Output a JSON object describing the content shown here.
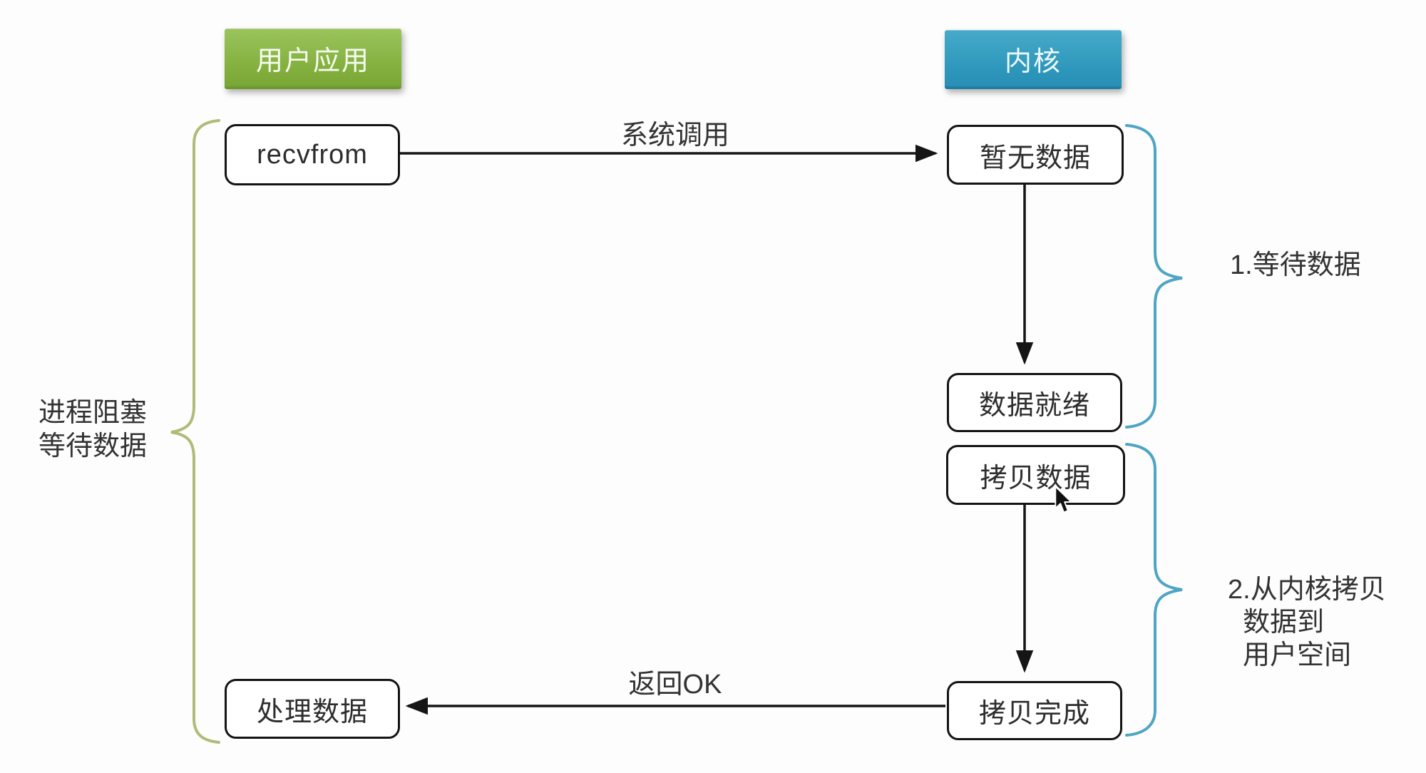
{
  "headers": {
    "user_app": "用户应用",
    "kernel": "内核"
  },
  "nodes": {
    "recvfrom": "recvfrom",
    "no_data": "暂无数据",
    "data_ready": "数据就绪",
    "copy_data": "拷贝数据",
    "copy_done": "拷贝完成",
    "process_data": "处理数据"
  },
  "edge_labels": {
    "syscall": "系统调用",
    "return_ok": "返回OK"
  },
  "annotations": {
    "blocking": "进程阻塞\n等待数据",
    "phase1": "1.等待数据",
    "phase2": "2.从内核拷贝\n  数据到\n  用户空间"
  },
  "colors": {
    "user_app_green": "#84b03e",
    "kernel_blue": "#2f9fc2",
    "brace_olive": "#aebc77",
    "brace_blue": "#4ea5c4",
    "line_black": "#151515"
  }
}
